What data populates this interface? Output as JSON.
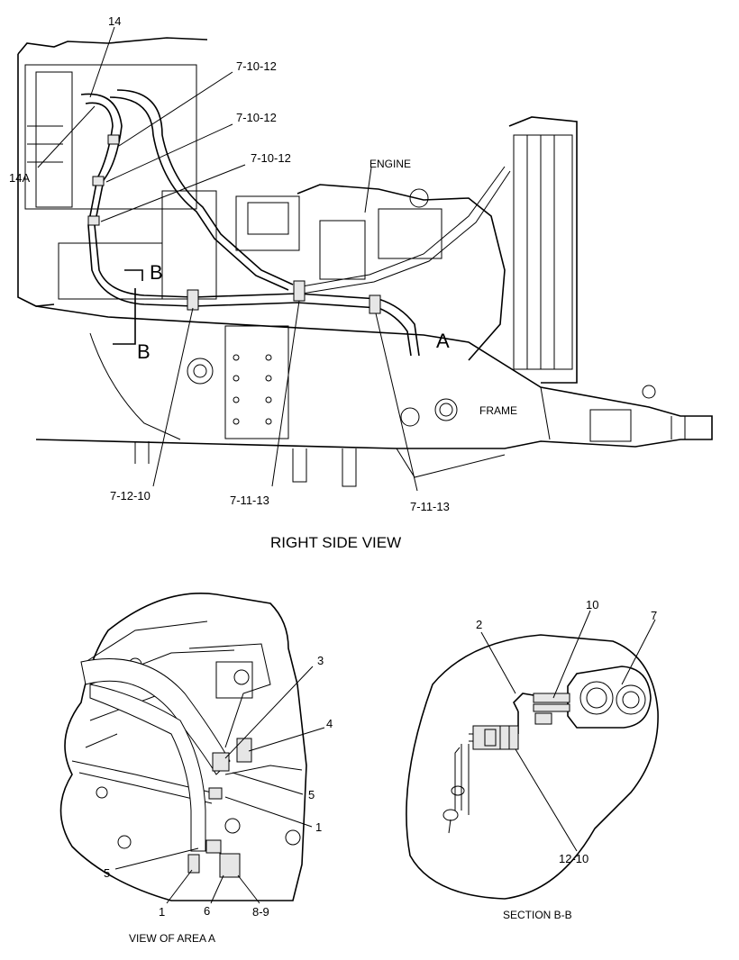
{
  "right_side_view": {
    "title": "RIGHT SIDE VIEW",
    "labels": {
      "engine": "ENGINE",
      "frame": "FRAME",
      "area_a": "A",
      "section_b_top": "B",
      "section_b_bottom": "B"
    },
    "callouts": {
      "c14": "14",
      "c14a": "14A",
      "c7_10_12_a": "7-10-12",
      "c7_10_12_b": "7-10-12",
      "c7_10_12_c": "7-10-12",
      "c7_12_10": "7-12-10",
      "c7_11_13_a": "7-11-13",
      "c7_11_13_b": "7-11-13"
    }
  },
  "view_of_area_a": {
    "title": "VIEW OF AREA  A",
    "callouts": {
      "c3": "3",
      "c4": "4",
      "c5_right": "5",
      "c1_right": "1",
      "c5_left": "5",
      "c1_bottom": "1",
      "c6": "6",
      "c8_9": "8-9"
    }
  },
  "section_b_b": {
    "title": "SECTION B-B",
    "callouts": {
      "c2": "2",
      "c10": "10",
      "c7": "7",
      "c12_10": "12-10"
    }
  }
}
